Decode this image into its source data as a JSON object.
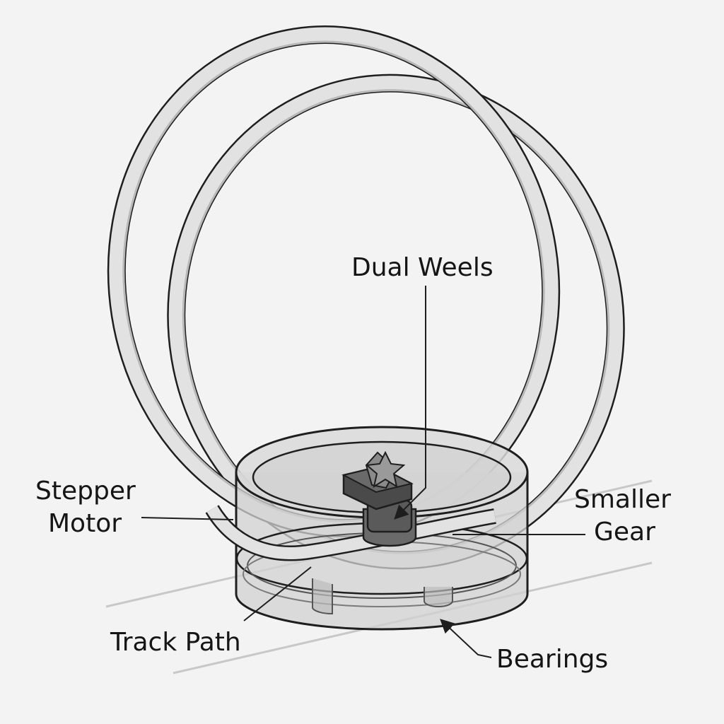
{
  "labels": {
    "dual_wheels": "Dual Weels",
    "stepper_motor": [
      "Stepper",
      "Motor"
    ],
    "smaller_gear": [
      "Smaller",
      "Gear"
    ],
    "track_path": "Track Path",
    "bearings": "Bearings"
  },
  "colors": {
    "background": "#f3f3f3",
    "outline": "#1e1e1e",
    "ring_fill": "#e2e2e2",
    "ring_inner_band": "#b8b8b8",
    "base_fill": "#d2d2d2",
    "gear_block": "#5a5a5a",
    "track_line": "#c8c8c8"
  }
}
